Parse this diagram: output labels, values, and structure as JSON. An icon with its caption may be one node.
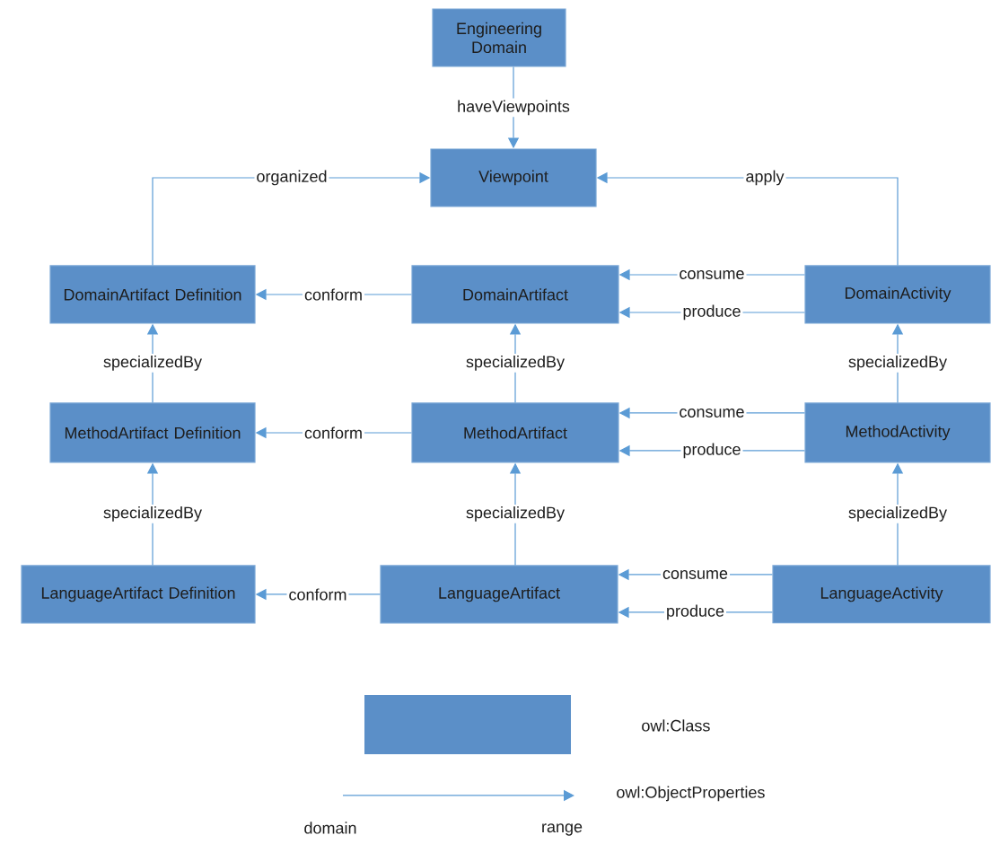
{
  "diagram": {
    "nodes": [
      {
        "text": [
          "Engineering Domain"
        ]
      },
      {
        "text": [
          "Viewpoint"
        ]
      },
      {
        "text": [
          "DomainArtifact Definition"
        ]
      },
      {
        "text": [
          "DomainArtifact"
        ]
      },
      {
        "text": [
          "DomainActivity"
        ]
      },
      {
        "text": [
          "MethodArtifact Definition"
        ]
      },
      {
        "text": [
          "MethodArtifact"
        ]
      },
      {
        "text": [
          "MethodActivity"
        ]
      },
      {
        "text": [
          "LanguageArtifact Definition"
        ]
      },
      {
        "text": [
          "LanguageArtifact"
        ]
      },
      {
        "text": [
          "LanguageActivity"
        ]
      }
    ],
    "edges": [
      {
        "from": 0,
        "to": 1,
        "arrow": "to",
        "label": "haveViewpoints"
      },
      {
        "from": 2,
        "to": 1,
        "arrow": "to",
        "label": "organized"
      },
      {
        "from": 4,
        "to": 1,
        "arrow": "to",
        "label": "apply"
      },
      {
        "from": 3,
        "to": 2,
        "arrow": "to",
        "label": "conform"
      },
      {
        "from": 4,
        "to": 3,
        "arrow": "to",
        "label": "consume"
      },
      {
        "from": 4,
        "to": 3,
        "arrow": "to",
        "label": "produce"
      },
      {
        "from": 5,
        "to": 2,
        "arrow": "to",
        "label": "specializedBy"
      },
      {
        "from": 6,
        "to": 3,
        "arrow": "to",
        "label": "specializedBy"
      },
      {
        "from": 7,
        "to": 4,
        "arrow": "to",
        "label": "specializedBy"
      },
      {
        "from": 6,
        "to": 5,
        "arrow": "to",
        "label": "conform"
      },
      {
        "from": 7,
        "to": 6,
        "arrow": "to",
        "label": "consume"
      },
      {
        "from": 7,
        "to": 6,
        "arrow": "to",
        "label": "produce"
      },
      {
        "from": 8,
        "to": 5,
        "arrow": "to",
        "label": "specializedBy"
      },
      {
        "from": 9,
        "to": 6,
        "arrow": "to",
        "label": "specializedBy"
      },
      {
        "from": 10,
        "to": 7,
        "arrow": "to",
        "label": "specializedBy"
      },
      {
        "from": 9,
        "to": 8,
        "arrow": "to",
        "label": "conform"
      },
      {
        "from": 10,
        "to": 9,
        "arrow": "to",
        "label": "consume"
      },
      {
        "from": 10,
        "to": 9,
        "arrow": "to",
        "label": "produce"
      }
    ],
    "labels": [
      "domain",
      "range"
    ],
    "legend": [
      {
        "text": "owl:Class"
      },
      {
        "text": "owl:ObjectProperties"
      }
    ]
  }
}
